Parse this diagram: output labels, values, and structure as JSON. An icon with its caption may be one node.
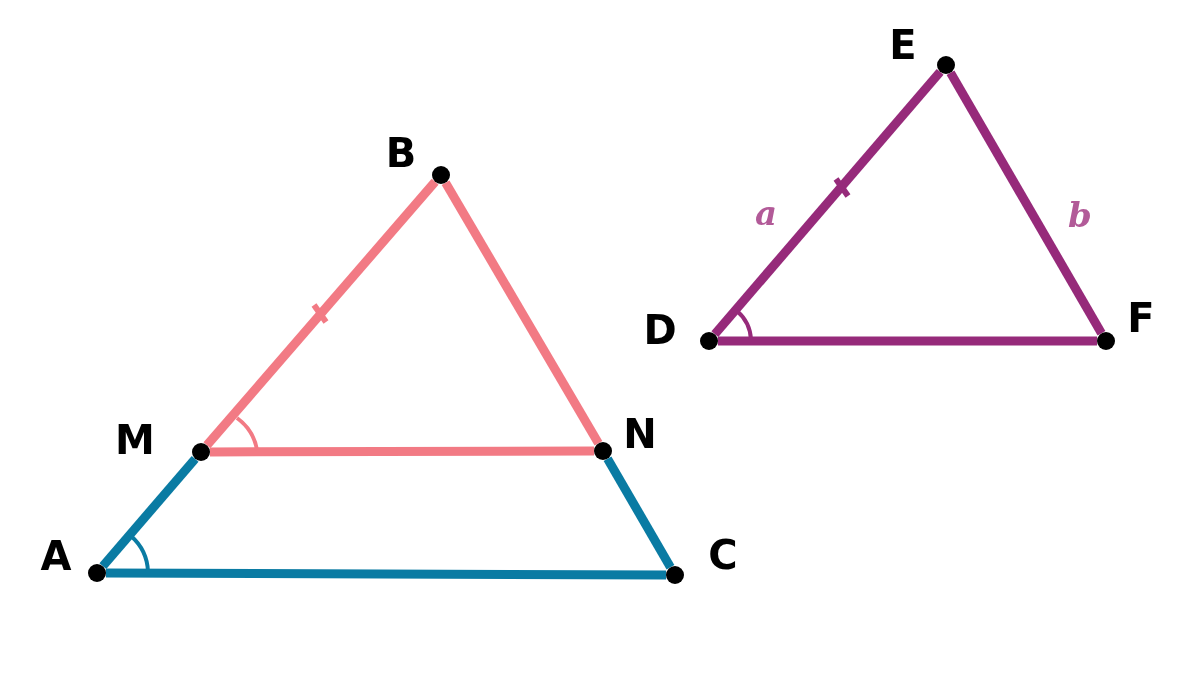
{
  "diagram": {
    "nodes": [
      {
        "text": [
          "B"
        ]
      },
      {
        "text": [
          "M"
        ]
      },
      {
        "text": [
          "N"
        ]
      },
      {
        "text": [
          "A"
        ]
      },
      {
        "text": [
          "C"
        ]
      },
      {
        "text": [
          "E"
        ]
      },
      {
        "text": [
          "D"
        ]
      },
      {
        "text": [
          "F"
        ]
      }
    ],
    "edges": [
      {
        "from": 3,
        "to": 1,
        "arrow": "none",
        "color": "#0a7ba3"
      },
      {
        "from": 1,
        "to": 0,
        "arrow": "none",
        "color": "#f27a84"
      },
      {
        "from": 0,
        "to": 2,
        "arrow": "none",
        "color": "#f27a84"
      },
      {
        "from": 2,
        "to": 4,
        "arrow": "none",
        "color": "#0a7ba3"
      },
      {
        "from": 3,
        "to": 4,
        "arrow": "none",
        "color": "#0a7ba3"
      },
      {
        "from": 1,
        "to": 2,
        "arrow": "none",
        "color": "#f27a84"
      },
      {
        "from": 6,
        "to": 5,
        "arrow": "none",
        "label": "a",
        "color": "#962a7a"
      },
      {
        "from": 5,
        "to": 7,
        "arrow": "none",
        "label": "b",
        "color": "#962a7a"
      },
      {
        "from": 6,
        "to": 7,
        "arrow": "none",
        "color": "#962a7a"
      }
    ]
  }
}
